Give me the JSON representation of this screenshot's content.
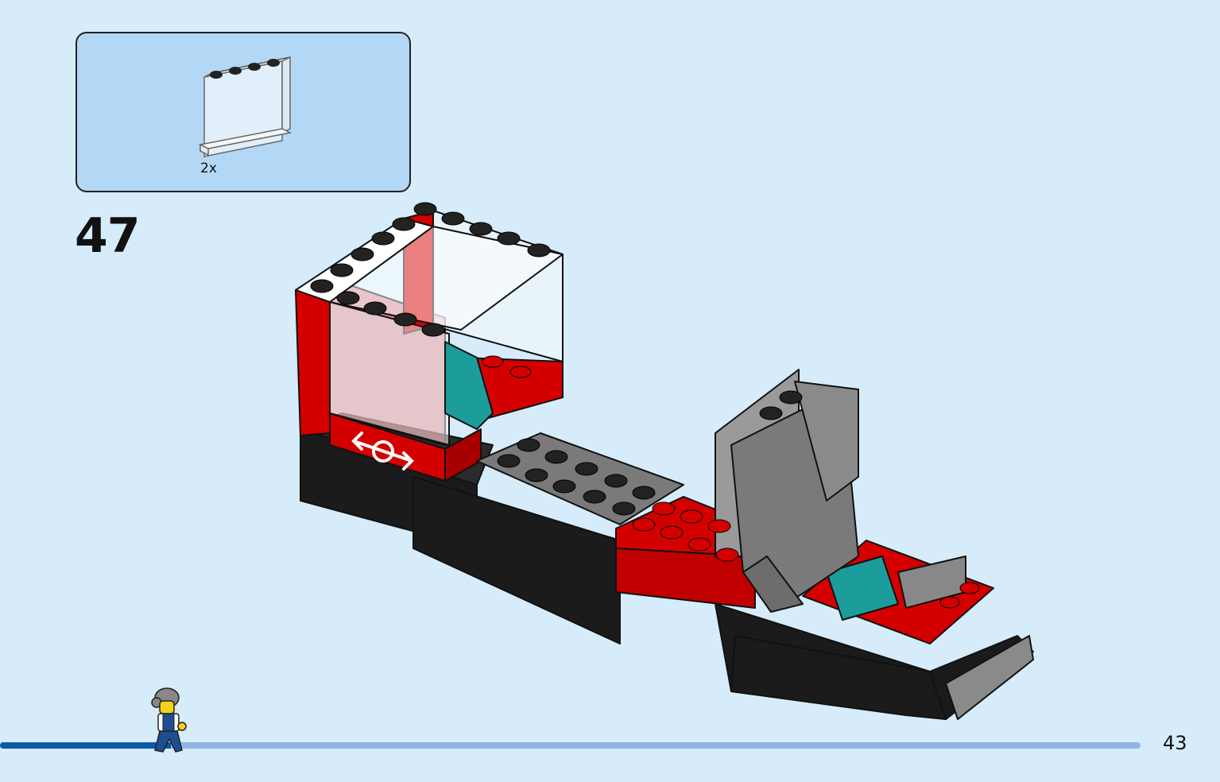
{
  "parts_callout": {
    "quantity_label": "2x",
    "part_icon": "transparent-panel-1x4x3-icon"
  },
  "step": {
    "number": "47"
  },
  "page": {
    "number": "43"
  },
  "progress": {
    "fraction": 0.15
  },
  "colors": {
    "background": "#d6ecfb",
    "callout_fill": "#b3d8f6",
    "progress_fill": "#0b5aa6",
    "progress_track": "#8fb6e3",
    "brick_red": "#d40000",
    "brick_black": "#1b1b1b",
    "brick_gray": "#7a7a7a",
    "brick_teal": "#1d9c9c"
  }
}
